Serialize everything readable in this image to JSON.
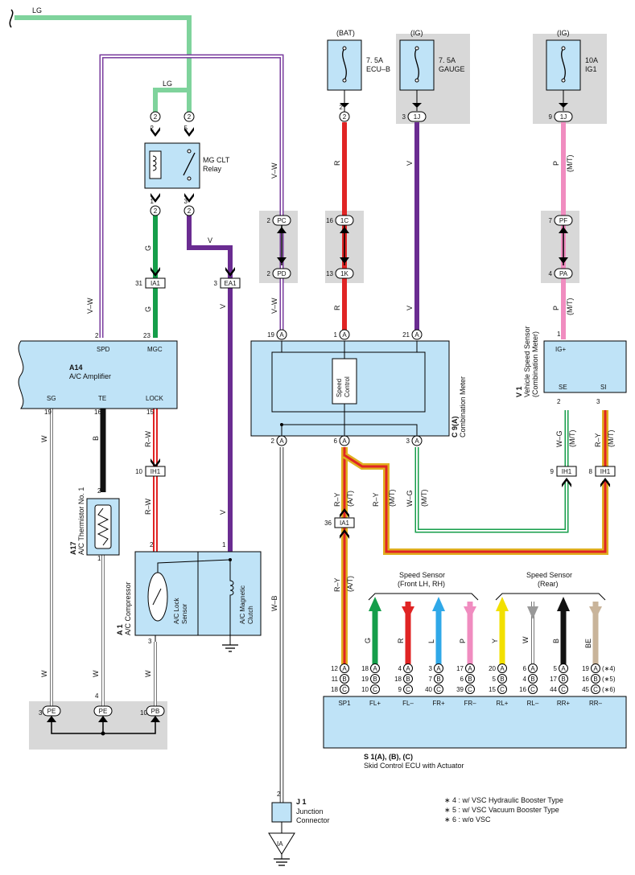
{
  "wires": {
    "lg_top": "LG",
    "lg_relay": "LG",
    "v_w": "V–W",
    "g": "G",
    "v": "V",
    "v_relay": "V",
    "r": "R",
    "p": "P",
    "mt": "(M/T)",
    "at": "(A/T)",
    "w": "W",
    "b": "B",
    "r_w": "R–W",
    "w_g": "W–G",
    "r_y": "R–Y",
    "w_b": "W–B"
  },
  "fuses": {
    "ecu_b": {
      "source": "(BAT)",
      "rating": "7. 5A",
      "name": "ECU–B"
    },
    "gauge": {
      "source": "(IG)",
      "rating": "7. 5A",
      "name": "GAUGE"
    },
    "ig1": {
      "source": "(IG)",
      "rating": "10A",
      "name": "IG1"
    }
  },
  "relay": {
    "name1": "MG CLT",
    "name2": "Relay"
  },
  "ac_amplifier": {
    "code": "A14",
    "name": "A/C Amplifier",
    "pins": {
      "spd": "SPD",
      "mgc": "MGC",
      "sg": "SG",
      "te": "TE",
      "lock": "LOCK"
    },
    "pin_nums": {
      "spd": "2",
      "mgc": "23",
      "sg": "19",
      "te": "16",
      "lock": "15"
    }
  },
  "thermistor": {
    "code": "A17",
    "name": "A/C Thermistor No. 1",
    "pin_top": "2",
    "pin_bottom": "1"
  },
  "compressor": {
    "code": "A 1",
    "name": "A/C Compressor",
    "lock_sensor1": "A/C Lock",
    "lock_sensor2": "Sensor",
    "clutch1": "A/C Magnetic",
    "clutch2": "Clutch",
    "pin_lock": "2",
    "pin_clutch": "1",
    "pin_bottom": "3"
  },
  "meter": {
    "code": "C 9(A)",
    "name": "Combination Meter",
    "inner1": "Speed",
    "inner2": "Control"
  },
  "vss": {
    "code": "V 1",
    "name1": "Vehicle Speed Sensor",
    "name2": "(Combination Meter)",
    "pins": {
      "ig": "IG+",
      "se": "SE",
      "si": "SI"
    },
    "num_ig": "1",
    "num_se": "2",
    "num_si": "3"
  },
  "pins": [
    {
      "label": "2",
      "num": "2",
      "side": "below"
    },
    {
      "label": "2",
      "num": "5",
      "side": "below"
    },
    {
      "label": "2",
      "num": "1",
      "side": "above"
    },
    {
      "label": "2",
      "num": "3",
      "side": "above"
    },
    {
      "label": "2",
      "num": "2",
      "side": "above"
    },
    {
      "label": "1J",
      "num": "3",
      "side": "left"
    },
    {
      "label": "1J",
      "num": "9",
      "side": "left"
    },
    {
      "label": "PC",
      "num": "2",
      "side": "left"
    },
    {
      "label": "PD",
      "num": "2",
      "side": "left"
    },
    {
      "label": "1C",
      "num": "16",
      "side": "left"
    },
    {
      "label": "1K",
      "num": "13",
      "side": "left"
    },
    {
      "label": "PF",
      "num": "7",
      "side": "left"
    },
    {
      "label": "PA",
      "num": "4",
      "side": "left"
    },
    {
      "label": "A",
      "num": "19",
      "side": "left"
    },
    {
      "label": "A",
      "num": "1",
      "side": "left"
    },
    {
      "label": "A",
      "num": "21",
      "side": "left"
    },
    {
      "label": "A",
      "num": "2",
      "side": "left"
    },
    {
      "label": "A",
      "num": "6",
      "side": "left"
    },
    {
      "label": "A",
      "num": "3",
      "side": "left"
    },
    {
      "label": "PE",
      "num": "",
      "side": "none"
    },
    {
      "label": "PE",
      "num": "",
      "side": "none"
    },
    {
      "label": "PB",
      "num": "",
      "side": "none"
    }
  ],
  "tags": [
    {
      "label": "IA1",
      "num": "31"
    },
    {
      "label": "EA1",
      "num": "3"
    },
    {
      "label": "IH1",
      "num": "10"
    },
    {
      "label": "IA1",
      "num": "36"
    },
    {
      "label": "IH1",
      "num": "9"
    },
    {
      "label": "IH1",
      "num": "8"
    }
  ],
  "sensors": {
    "front1": "Speed Sensor",
    "front2": "(Front LH,  RH)",
    "rear1": "Speed Sensor",
    "rear2": "(Rear)",
    "colors": [
      "G",
      "R",
      "L",
      "P",
      "Y",
      "W",
      "B",
      "BE"
    ]
  },
  "ecu": {
    "code": "S 1(A), (B), (C)",
    "name": "Skid Control ECU with Actuator",
    "pin_names": [
      "SP1",
      "FL+",
      "FL–",
      "FR+",
      "FR–",
      "RL+",
      "RL–",
      "RR+",
      "RR–"
    ],
    "pin_nums": [
      [
        "12",
        "11",
        "18"
      ],
      [
        "18",
        "19",
        "10"
      ],
      [
        "4",
        "18",
        "9"
      ],
      [
        "3",
        "7",
        "40"
      ],
      [
        "17",
        "6",
        "39"
      ],
      [
        "20",
        "5",
        "15"
      ],
      [
        "6",
        "4",
        "16"
      ],
      [
        "5",
        "17",
        "44"
      ],
      [
        "19",
        "16",
        "45"
      ]
    ],
    "letters": [
      "A",
      "B",
      "C"
    ],
    "variants": [
      "(∗4)",
      "(∗5)",
      "(∗6)"
    ]
  },
  "junction": {
    "code": "J 1",
    "name1": "Junction",
    "name2": "Connector",
    "ground": "IA",
    "pin": "2"
  },
  "ground_junction": {
    "num_left": "3",
    "num_mid": "4",
    "num_right": "10"
  },
  "notes": [
    "∗ 4 : w/ VSC Hydraulic Booster Type",
    "∗ 5 : w/ VSC Vacuum Booster Type",
    "∗ 6 : w/o VSC"
  ]
}
